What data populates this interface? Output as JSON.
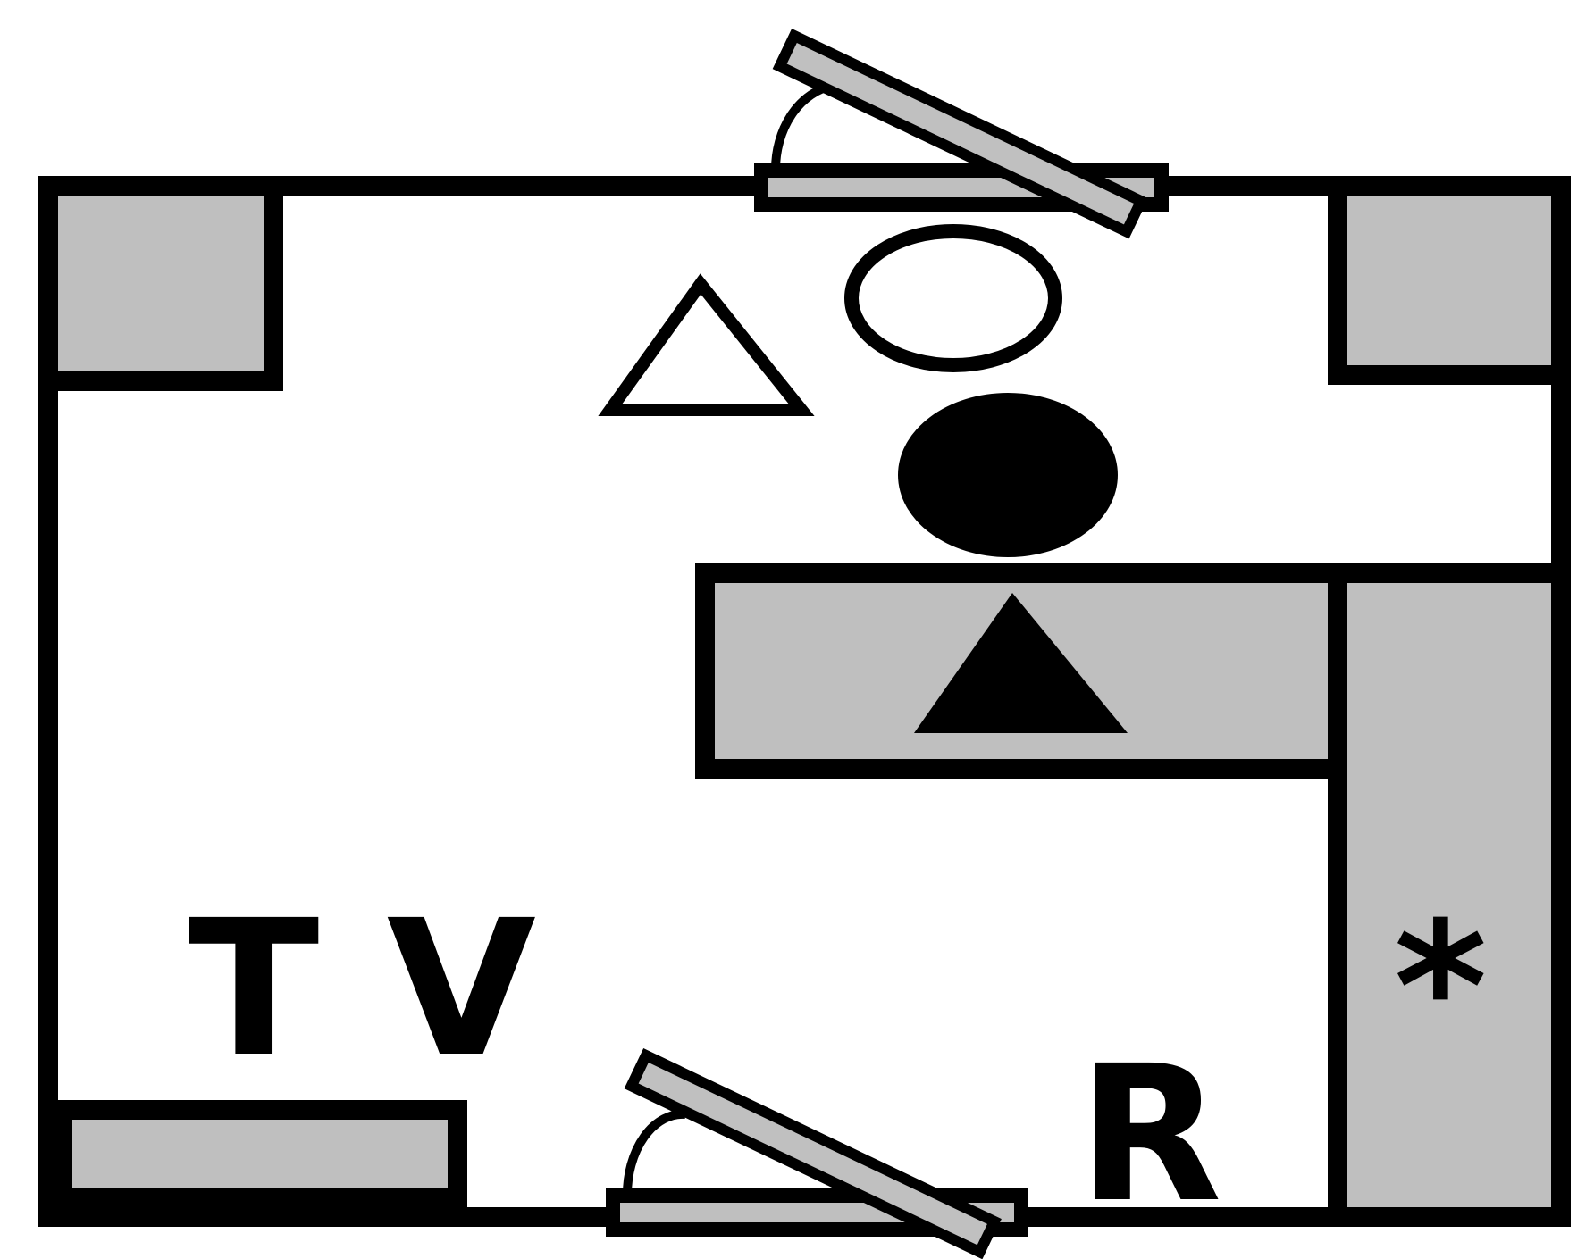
{
  "labels": {
    "tv": "T V",
    "r": "R",
    "star": "*"
  },
  "colors": {
    "wall": "#000000",
    "furniture_fill": "#bfbfbf",
    "background": "#ffffff",
    "door_leaf": "#c0c0c0"
  },
  "shapes": {
    "hollow_triangle": "triangle-outline",
    "hollow_ellipse": "ellipse-outline",
    "filled_ellipse": "ellipse-filled",
    "filled_triangle": "triangle-filled"
  }
}
